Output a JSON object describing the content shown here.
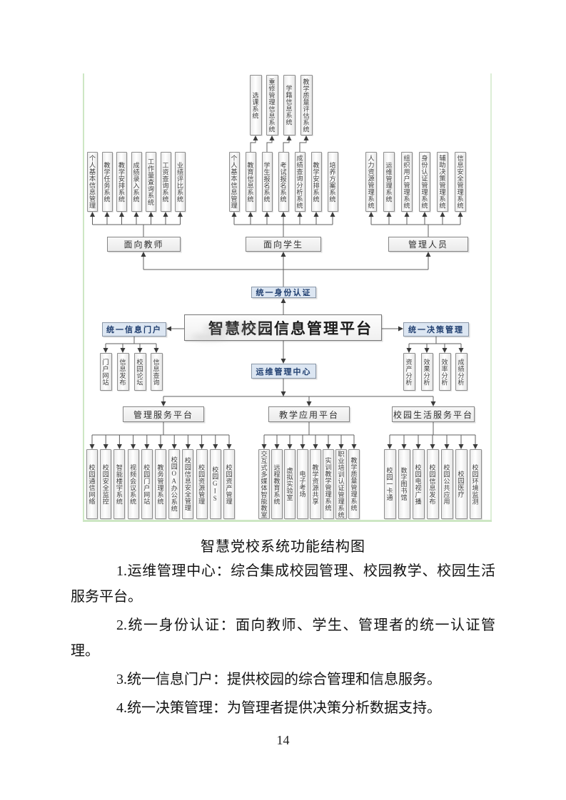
{
  "diagram": {
    "top_systems": [
      "选课系统",
      "重修管理信息系统",
      "学籍信息系统",
      "教学质量评估系统"
    ],
    "groups": {
      "teacher": {
        "label": "面向教师",
        "items": [
          "个人基本信息管理",
          "教学任务系统",
          "教学安排系统",
          "成绩录入系统",
          "工作量查询系统",
          "工资查询系统",
          "业绩评比系统"
        ]
      },
      "student": {
        "label": "面向学生",
        "items": [
          "个人基本信息管理",
          "教育信息系统",
          "学生报名系统",
          "考试报名系统",
          "成绩查询分析系统",
          "教学安排系统",
          "培养方案系统"
        ]
      },
      "admin": {
        "label": "管理人员",
        "items": [
          "人力资源管理系统",
          "运维管理系统",
          "组织用户管理系统",
          "身份认证管理系统",
          "辅助决策管理系统",
          "信息安全管理系统"
        ]
      }
    },
    "identity_label": "统一身份认证",
    "central_title": "智慧校园信息管理平台",
    "portal": {
      "label": "统一信息门户",
      "items": [
        "门户网站",
        "信息发布",
        "校园论坛",
        "信息查询"
      ]
    },
    "decision": {
      "label": "统一决策管理",
      "items": [
        "资产分析",
        "效果分析",
        "效率分析",
        "成绩分析"
      ]
    },
    "ops_label": "运维管理中心",
    "platforms": [
      {
        "label": "管理服务平台",
        "items": [
          "校园通信网络",
          "校园安全监控",
          "智能楼宇系统",
          "视频会议系统",
          "校园门户网站",
          "教务管理系统",
          "校园OA办公系统",
          "校园信息安全管理",
          "校园资源管理",
          "校园GIS",
          "校园资产管理"
        ]
      },
      {
        "label": "教学应用平台",
        "items": [
          "交互式多媒体智能教室",
          "远程教育系统",
          "虚拟实验室",
          "电子考场",
          "教学资源共享",
          "实训教学管理系统",
          "职业培训认证管理系统",
          "教学质量管理系统"
        ]
      },
      {
        "label": "校园生活服务平台",
        "items": [
          "校园一卡通",
          "数字图书馆",
          "校园电视广播",
          "校园信息发布",
          "校园公共应用",
          "校园医疗",
          "校园环境监测"
        ]
      }
    ]
  },
  "caption": "智慧党校系统功能结构图",
  "body_paragraphs": [
    "1.运维管理中心：综合集成校园管理、校园教学、校园生活服务平台。",
    "2.统一身份认证：面向教师、学生、管理者的统一认证管理。",
    "3.统一信息门户：提供校园的综合管理和信息服务。",
    "4.统一决策管理：为管理者提供决策分析数据支持。"
  ],
  "page_number": "14",
  "colors": {
    "blue_box_bg": "#dce6f2",
    "blue_box_text": "#1d3c6e",
    "connector_line": "#5f5f5f",
    "green_edge": "#cde7c4"
  }
}
